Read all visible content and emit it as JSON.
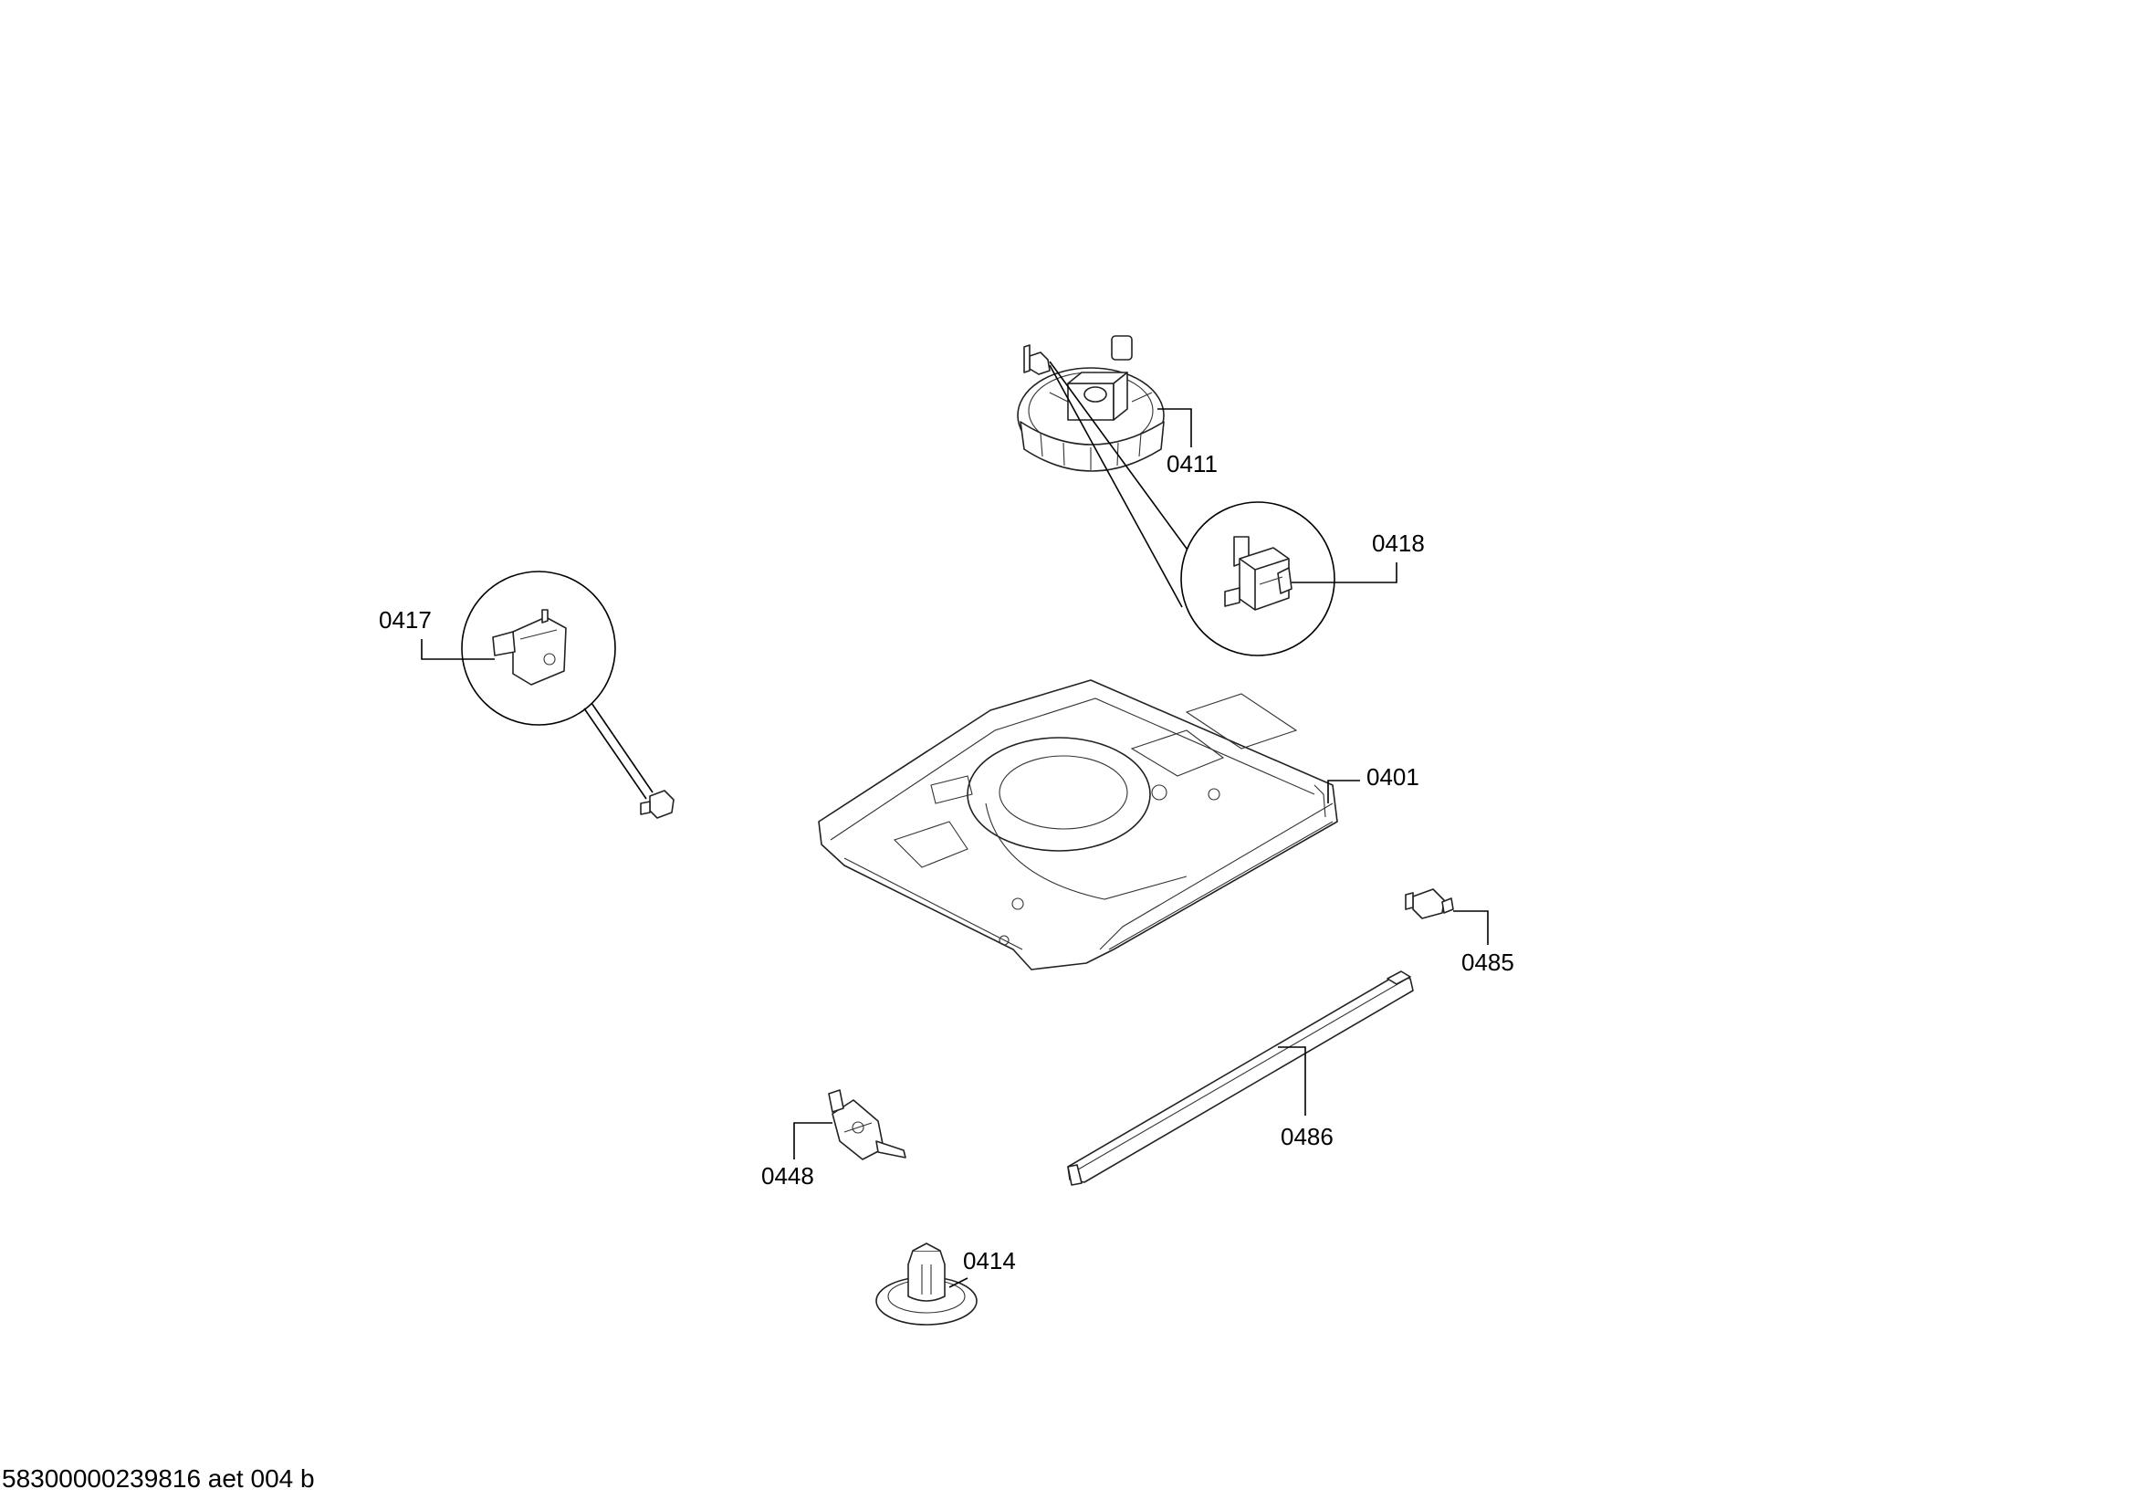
{
  "parts": [
    {
      "id": "0411",
      "label": "0411",
      "name": "fan-motor-assembly"
    },
    {
      "id": "0418",
      "label": "0418",
      "name": "bracket-right"
    },
    {
      "id": "0417",
      "label": "0417",
      "name": "bracket-left"
    },
    {
      "id": "0401",
      "label": "0401",
      "name": "base-plate"
    },
    {
      "id": "0485",
      "label": "0485",
      "name": "connector"
    },
    {
      "id": "0486",
      "label": "0486",
      "name": "rail"
    },
    {
      "id": "0448",
      "label": "0448",
      "name": "switch"
    },
    {
      "id": "0414",
      "label": "0414",
      "name": "knob"
    }
  ],
  "footer": "58300000239816 aet 004 b"
}
